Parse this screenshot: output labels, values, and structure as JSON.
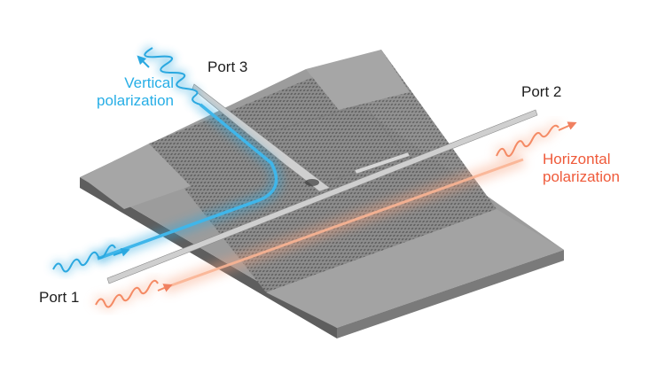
{
  "labels": {
    "port1": "Port 1",
    "port2": "Port 2",
    "port3": "Port 3",
    "vertical_line1": "Vertical",
    "vertical_line2": "polarization",
    "horizontal_line1": "Horizontal",
    "horizontal_line2": "polarization"
  },
  "colors": {
    "background": "#ffffff",
    "slab_top": "#9a9a9a",
    "slab_side": "#6a6a6a",
    "photonic_crystal": "#858585",
    "waveguide": "#c4c4c4",
    "vertical_beam": "#27aee6",
    "horizontal_beam": "#f7916c",
    "vertical_text": "#27aee6",
    "horizontal_text": "#ef5a3a",
    "label_text": "#1e1e1e"
  }
}
